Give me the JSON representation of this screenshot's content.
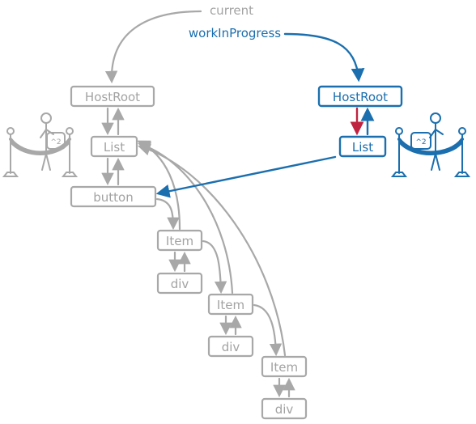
{
  "labels": {
    "current": "current",
    "work_in_progress": "workInProgress"
  },
  "current_tree": {
    "host_root": "HostRoot",
    "list": "List",
    "button": "button",
    "items": [
      {
        "label": "Item",
        "child": "div"
      },
      {
        "label": "Item",
        "child": "div"
      },
      {
        "label": "Item",
        "child": "div"
      }
    ],
    "barrier_sign": "^2"
  },
  "work_tree": {
    "host_root": "HostRoot",
    "list": "List",
    "barrier_sign": "^2"
  },
  "colors": {
    "current_tree": "#a8a8a8",
    "work_in_progress_tree": "#1b6fae",
    "child_pointer_highlight": "#c0233f"
  }
}
